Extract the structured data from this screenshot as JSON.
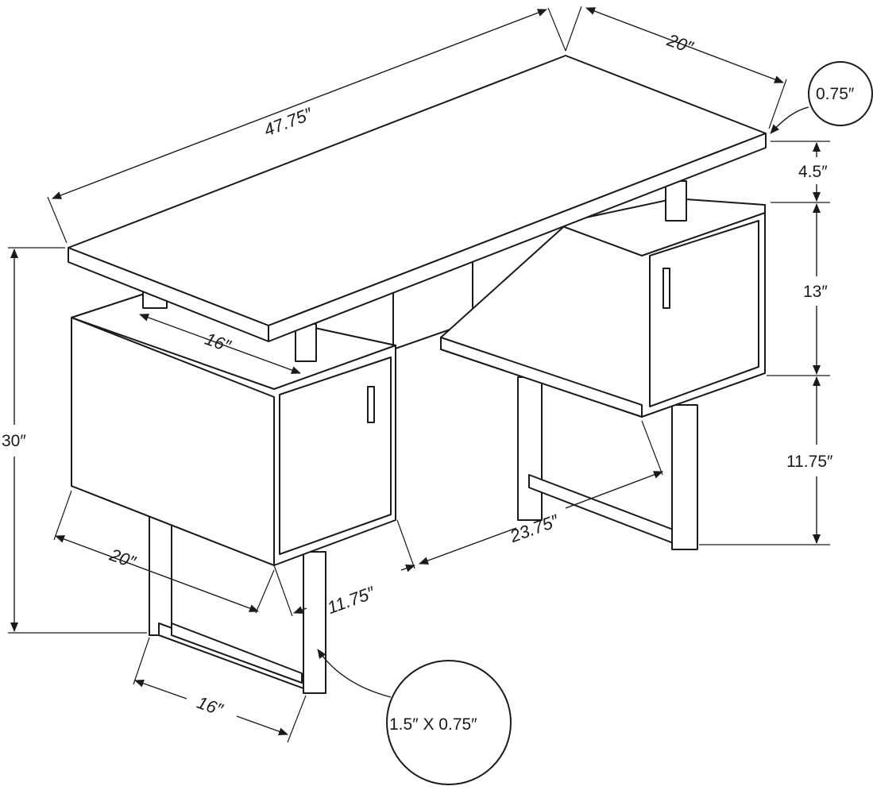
{
  "colors": {
    "line": "#1a1a1a",
    "background": "#ffffff"
  },
  "dimensions": {
    "top_width": "47.75″",
    "top_depth": "20″",
    "top_thickness": "0.75″",
    "riser_height": "4.5″",
    "cabinet_height": "13″",
    "leg_clearance": "11.75″",
    "total_height": "30″",
    "cabinet_inner_width": "16″",
    "cabinet_depth": "20″",
    "cabinet_width": "11.75″",
    "knee_space": "23.75″",
    "leg_width": "16″",
    "leg_profile": "1.5″ X 0.75″"
  }
}
